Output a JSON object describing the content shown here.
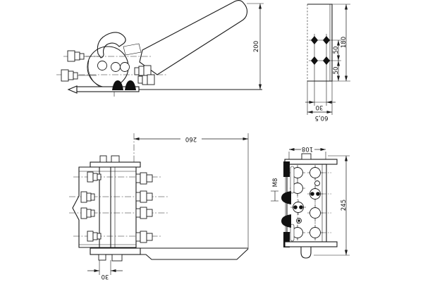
{
  "drawing": {
    "background": "#ffffff",
    "ink": "#1a1a1a",
    "views": {
      "side": {
        "dim_height": "200"
      },
      "bracket_side": {
        "dim_pitch_upper": "50",
        "dim_pitch_lower": "50",
        "dim_total_height": "180",
        "dim_hole_cols": "30",
        "dim_total_width": "60,5"
      },
      "plan": {
        "dim_length": "260",
        "dim_slot_width": "30"
      },
      "bracket_front": {
        "dim_width": "108",
        "dim_height": "245",
        "thread_label": "M8"
      }
    }
  }
}
